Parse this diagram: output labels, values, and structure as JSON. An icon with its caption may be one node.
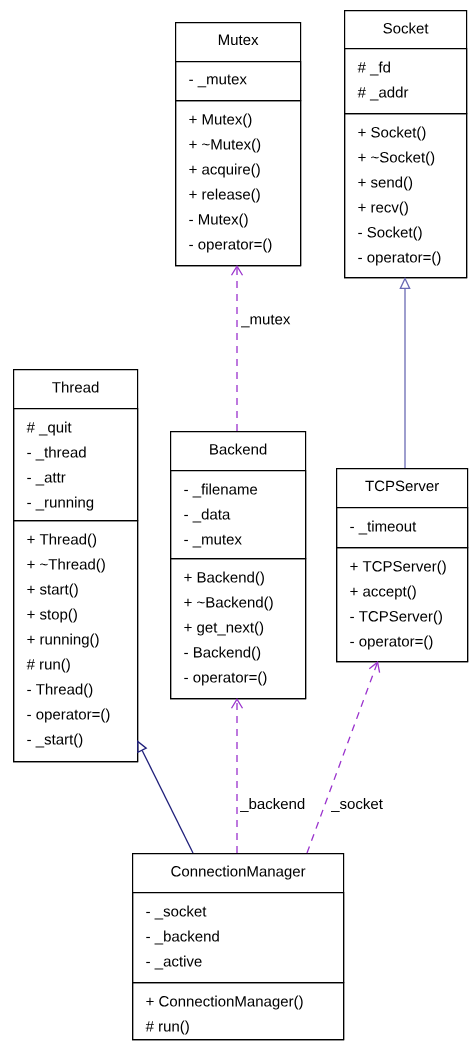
{
  "diagram": {
    "nodes": [
      {
        "text": [
          "Mutex"
        ]
      },
      {
        "text": [
          "- _mutex"
        ],
        "in": 0
      },
      {
        "text": [
          "+ Mutex()",
          "+ ~Mutex()",
          "+ acquire()",
          "+ release()",
          "- Mutex()",
          "- operator=()"
        ],
        "in": 0
      },
      {
        "text": [
          "Socket"
        ]
      },
      {
        "text": [
          "# _fd",
          "# _addr"
        ],
        "in": 3
      },
      {
        "text": [
          "+ Socket()",
          "+ ~Socket()",
          "+ send()",
          "+ recv()",
          "- Socket()",
          "- operator=()"
        ],
        "in": 3
      },
      {
        "text": [
          "Thread"
        ]
      },
      {
        "text": [
          "# _quit",
          "- _thread",
          "- _attr",
          "- _running"
        ],
        "in": 6
      },
      {
        "text": [
          "+ Thread()",
          "+ ~Thread()",
          "+ start()",
          "+ stop()",
          "+ running()",
          "# run()",
          "- Thread()",
          "- operator=()",
          "- _start()"
        ],
        "in": 6
      },
      {
        "text": [
          "Backend"
        ]
      },
      {
        "text": [
          "- _filename",
          "- _data",
          "- _mutex"
        ],
        "in": 9
      },
      {
        "text": [
          "+ Backend()",
          "+ ~Backend()",
          "+ get_next()",
          "- Backend()",
          "- operator=()"
        ],
        "in": 9
      },
      {
        "text": [
          "TCPServer"
        ]
      },
      {
        "text": [
          "- _timeout"
        ],
        "in": 12
      },
      {
        "text": [
          "+ TCPServer()",
          "+ accept()",
          "- TCPServer()",
          "- operator=()"
        ],
        "in": 12
      },
      {
        "text": [
          "ConnectionManager"
        ]
      },
      {
        "text": [
          "- _socket",
          "- _backend",
          "- _active"
        ],
        "in": 15
      },
      {
        "text": [
          "+ ConnectionManager()",
          "# run()"
        ],
        "in": 15
      }
    ],
    "edges": [
      {
        "from": 9,
        "to": 0,
        "arrow": "to",
        "label": "_mutex",
        "style": "dashed",
        "color": "#9a32cd"
      },
      {
        "from": 12,
        "to": 3,
        "arrow": "to",
        "color": "#6a6ab4"
      },
      {
        "from": 15,
        "to": 6,
        "arrow": "to",
        "color": "#1f1f7a"
      },
      {
        "from": 15,
        "to": 9,
        "arrow": "to",
        "label": "_backend",
        "style": "dashed",
        "color": "#9a32cd"
      },
      {
        "from": 15,
        "to": 12,
        "arrow": "to",
        "label": "_socket",
        "style": "dashed",
        "color": "#9a32cd"
      }
    ]
  }
}
